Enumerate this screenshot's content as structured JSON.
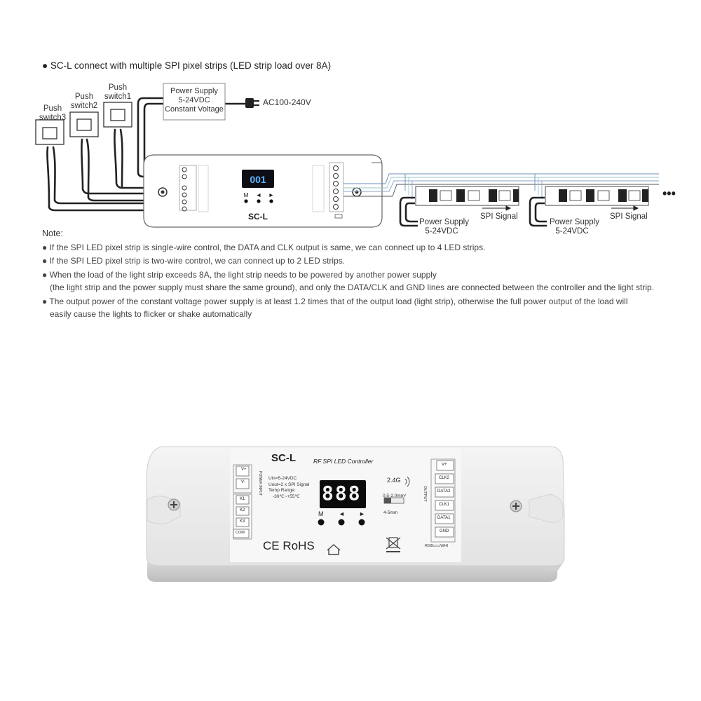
{
  "heading": "● SC-L connect with multiple SPI pixel strips (LED strip load over 8A)",
  "diagram": {
    "push_switch_1": [
      "Push",
      "switch1"
    ],
    "push_switch_2": [
      "Push",
      "switch2"
    ],
    "push_switch_3": [
      "Push",
      "switch3"
    ],
    "power_supply_main": [
      "Power Supply",
      "5-24VDC",
      "Constant Voltage"
    ],
    "ac_input": "AC100-240V",
    "controller_display": "001",
    "controller_buttons": [
      "M",
      "◄",
      "►"
    ],
    "controller_label": "SC-L",
    "strip_power_supply_1": [
      "Power Supply",
      "5-24VDC"
    ],
    "strip_power_supply_2": [
      "Power Supply",
      "5-24VDC"
    ],
    "spi_signal_1": "SPI Signal",
    "spi_signal_2": "SPI Signal",
    "dots": "•••"
  },
  "notes": {
    "title": "Note:",
    "items": [
      "● If the SPI LED pixel strip is single-wire control, the DATA and CLK output is same, we can connect up to 4 LED strips.",
      "● If the SPI LED pixel strip is two-wire control, we can connect up to 2 LED strips.",
      "● When the load of the light strip exceeds 8A, the light strip needs to be powered by another power supply",
      "(the light strip and the power supply must share the same ground), and only the DATA/CLK and GND lines are connected between the controller and the light strip.",
      "● The output power of the constant voltage power supply is at least 1.2 times that of the output load (light strip), otherwise the full power output of the load will",
      "easily cause the lights to flicker or shake automatically"
    ]
  },
  "product": {
    "model": "SC-L",
    "subtitle": "RF SPI LED Controller",
    "specs": [
      "Uin=5-24VDC",
      "Uout=2 x SPI Signal",
      "Temp Range:",
      "-30℃~+55℃"
    ],
    "display": "888",
    "buttons": [
      "M",
      "◄",
      "►"
    ],
    "rf": "2.4G",
    "wire": [
      "0.5-2.0mm²",
      "4-5mm"
    ],
    "left_terminals": [
      "V+",
      "V-"
    ],
    "left_terminal_group": "POWER INPUT",
    "key_terminals": [
      "K1",
      "K2",
      "K3",
      "COM"
    ],
    "right_terminals": [
      "V+",
      "CLK2",
      "DATA2",
      "CLK1",
      "DATA1",
      "GND"
    ],
    "output_label": "OUTPUT",
    "certs": "CE RoHS",
    "rgb_mode": "RGB▭▭WHI"
  }
}
